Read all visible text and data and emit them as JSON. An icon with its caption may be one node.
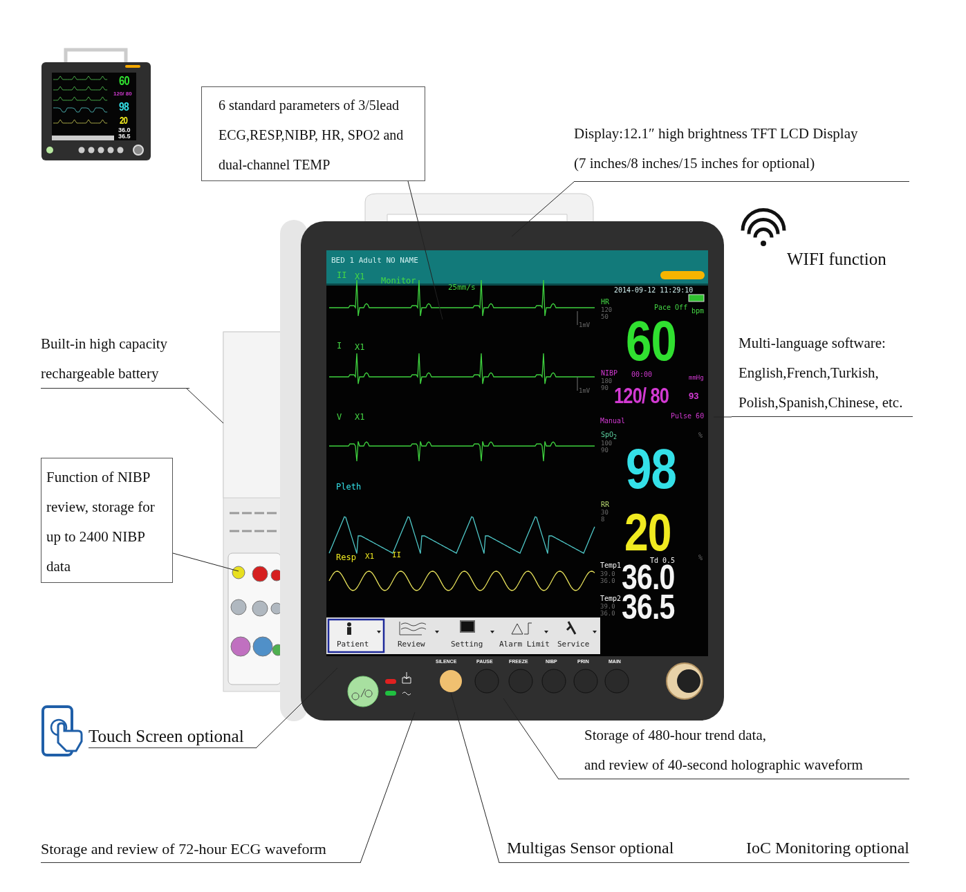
{
  "diagram": {
    "nodes": [
      {
        "text": [
          "6 standard parameters of 3/5lead ECG,RESP,NIBP, HR, SPO2 and dual-channel TEMP"
        ]
      },
      {
        "text": [
          "Display:12.1″ high brightness TFT LCD Display",
          "(7 inches/8 inches/15 inches for optional)"
        ]
      },
      {
        "text": [
          "Built-in high capacity rechargeable battery"
        ]
      },
      {
        "text": [
          "Multi-language software:",
          "English,French,Turkish, Polish,Spanish,Chinese, etc."
        ]
      },
      {
        "text": [
          "Function of NIBP review, storage for up to 2400 NIBP data"
        ]
      },
      {
        "text": [
          "Touch Screen optional"
        ]
      },
      {
        "text": [
          "Storage of 480-hour trend data,",
          "and review of 40-second holographic waveform"
        ]
      },
      {
        "text": [
          "Storage and review of 72-hour ECG waveform"
        ]
      },
      {
        "text": [
          "Multigas Sensor optional"
        ]
      },
      {
        "text": [
          "IoC Monitoring optional"
        ]
      }
    ],
    "edges": [
      {
        "from": 0,
        "to": null,
        "arrow": "none"
      },
      {
        "from": 1,
        "to": null,
        "arrow": "none"
      },
      {
        "from": 2,
        "to": null,
        "arrow": "none"
      },
      {
        "from": 3,
        "to": null,
        "arrow": "none"
      },
      {
        "from": 4,
        "to": null,
        "arrow": "none"
      },
      {
        "from": 5,
        "to": null,
        "arrow": "none"
      },
      {
        "from": 6,
        "to": null,
        "arrow": "none"
      },
      {
        "from": 7,
        "to": null,
        "arrow": "none"
      },
      {
        "from": 8,
        "to": null,
        "arrow": "none"
      }
    ],
    "labels": [
      "WIFI function",
      "BED 1 Adult NO NAME",
      "II",
      "X1",
      "Monitor",
      "25mm/s",
      "2014-09-12 11:29:10",
      "HR",
      "120",
      "50",
      "Pace Off",
      "bpm",
      "60",
      "1mV",
      "I",
      "X1",
      "NIBP",
      "00:00",
      "mmHg",
      "180",
      "90",
      "120/ 80",
      "93",
      "1mV",
      "V",
      "X1",
      "Pulse 60",
      "Manual",
      "SpO$_{2}$",
      "%",
      "100",
      "90",
      "98",
      "Pleth",
      "RR",
      "30",
      "8",
      "20",
      "Resp",
      "X1",
      "II",
      "Td 0.5",
      "%",
      "Temp1",
      "39.0",
      "36.0",
      "36.0",
      "Temp2",
      "39.0",
      "36.0",
      "36.5",
      "Patient",
      "Review",
      "Setting",
      "Alarm Limit",
      "Service",
      "SILENCE",
      "PAUSE",
      "FREEZE",
      "NIBP",
      "PRIN",
      "MAIN",
      "60",
      "120/ 80",
      "98",
      "20",
      "36.0",
      "36.5"
    ]
  }
}
